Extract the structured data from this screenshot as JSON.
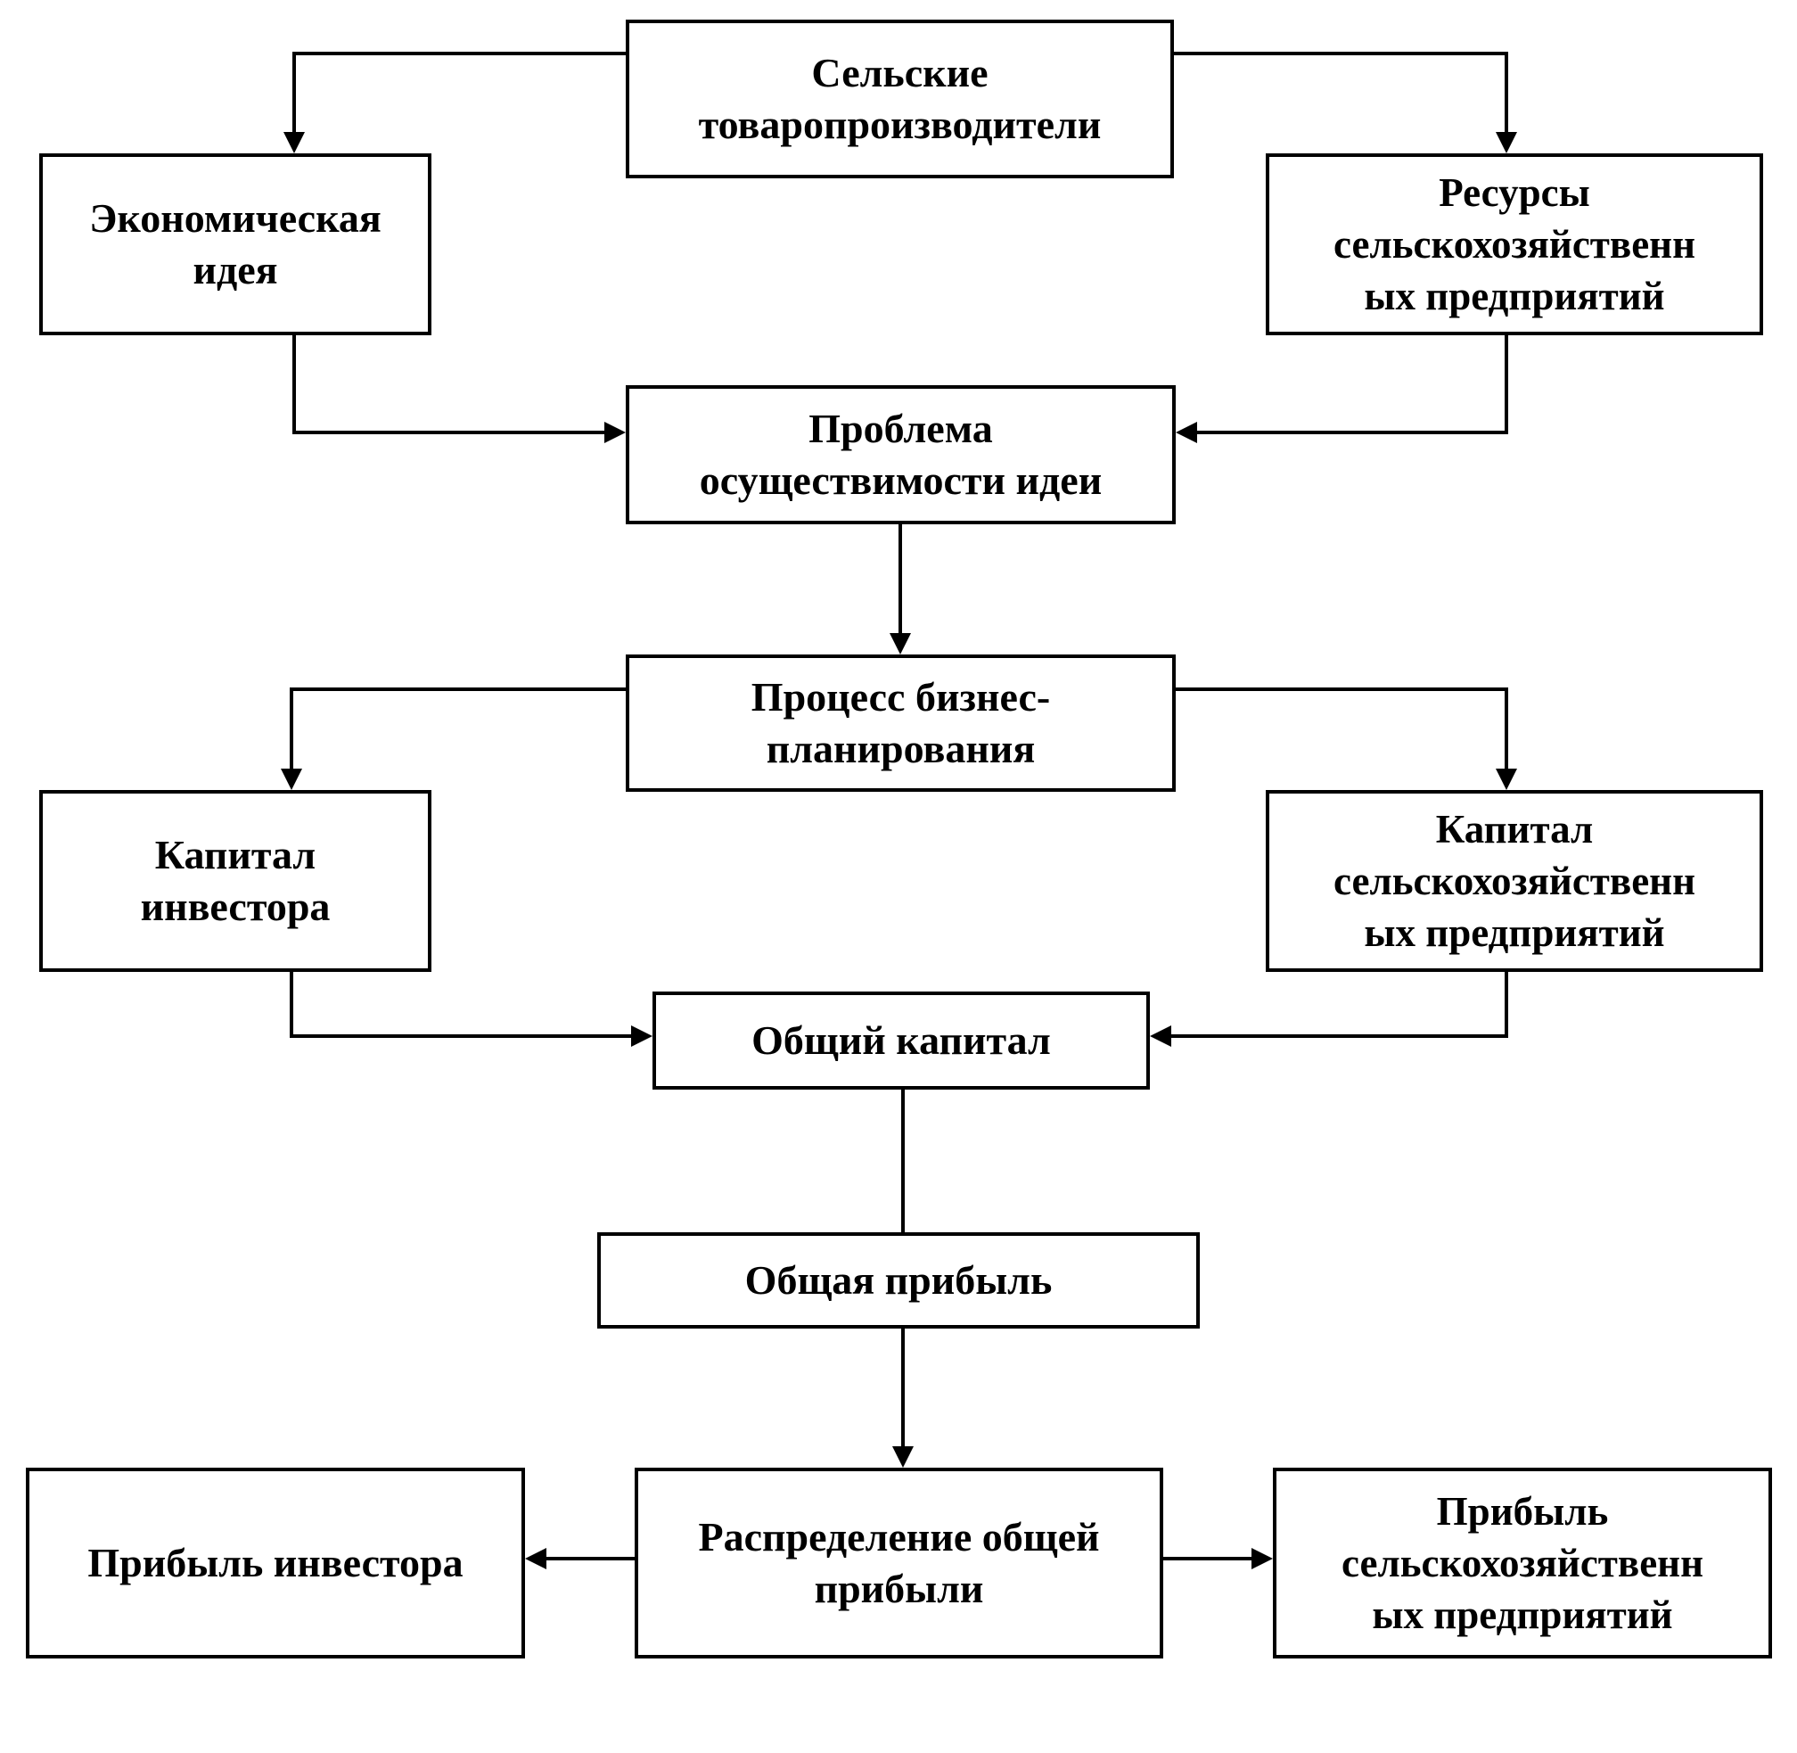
{
  "diagram": {
    "nodes": {
      "producers": "Сельские\nтоваропроизводители",
      "idea": "Экономическая\nидея",
      "resources": "Ресурсы\nсельскохозяйственн\nых предприятий",
      "problem": "Проблема\nосуществимости идеи",
      "planning": "Процесс бизнес-\nпланирования",
      "investor_capital": "Капитал\nинвестора",
      "agri_capital": "Капитал\nсельскохозяйственн\nых предприятий",
      "total_capital": "Общий капитал",
      "total_profit": "Общая прибыль",
      "distribution": "Распределение общей\nприбыли",
      "investor_profit": "Прибыль инвестора",
      "agri_profit": "Прибыль\nсельскохозяйственн\nых предприятий"
    },
    "edges": [
      {
        "from": "producers",
        "to": "idea",
        "arrow": true
      },
      {
        "from": "producers",
        "to": "resources",
        "arrow": true
      },
      {
        "from": "idea",
        "to": "problem",
        "arrow": true
      },
      {
        "from": "resources",
        "to": "problem",
        "arrow": true
      },
      {
        "from": "problem",
        "to": "planning",
        "arrow": true
      },
      {
        "from": "planning",
        "to": "investor_capital",
        "arrow": true
      },
      {
        "from": "planning",
        "to": "agri_capital",
        "arrow": true
      },
      {
        "from": "investor_capital",
        "to": "total_capital",
        "arrow": true
      },
      {
        "from": "agri_capital",
        "to": "total_capital",
        "arrow": true
      },
      {
        "from": "total_capital",
        "to": "total_profit",
        "arrow": false
      },
      {
        "from": "total_profit",
        "to": "distribution",
        "arrow": true
      },
      {
        "from": "distribution",
        "to": "investor_profit",
        "arrow": true
      },
      {
        "from": "distribution",
        "to": "agri_profit",
        "arrow": true
      }
    ],
    "colors": {
      "line": "#000000",
      "box_border": "#000000",
      "background": "#ffffff",
      "text": "#000000"
    }
  }
}
